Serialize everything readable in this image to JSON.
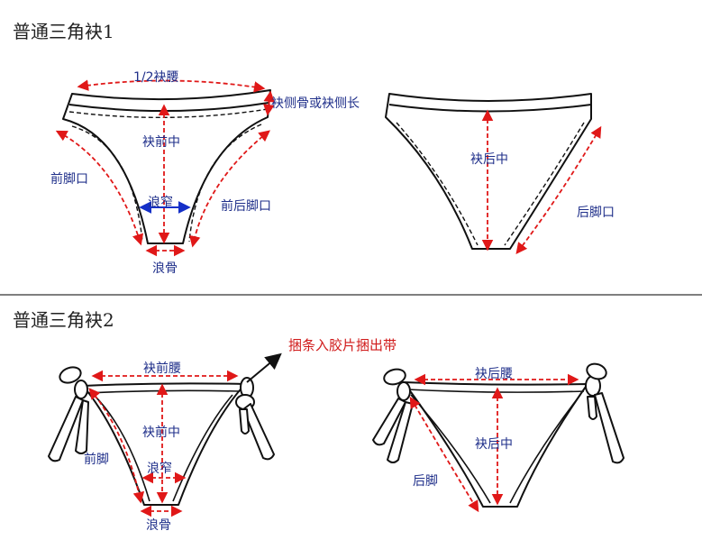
{
  "sections": [
    {
      "title": "普通三角袂1",
      "labels": {
        "half_waist": "1/2袂腰",
        "side_seam": "袂侧骨或袂侧长",
        "front_center": "袂前中",
        "front_leg": "前脚口",
        "crotch_width": "浪窄",
        "front_back_leg": "前后脚口",
        "crotch_seam": "浪骨",
        "back_center": "袂后中",
        "back_leg": "后脚口"
      }
    },
    {
      "title": "普通三角袂2",
      "labels": {
        "tie_note": "捆条入胶片捆出带",
        "front_waist": "袂前腰",
        "front_center": "袂前中",
        "front_leg": "前脚",
        "crotch_width": "浪窄",
        "crotch_seam": "浪骨",
        "back_waist": "袂后腰",
        "back_center": "袂后中",
        "back_leg": "后脚"
      }
    }
  ],
  "colors": {
    "measure_line": "#e01818",
    "width_line": "#1530c8",
    "label_text": "#1f2f8a",
    "note_text": "#d01a1a",
    "divider": "#333333"
  }
}
